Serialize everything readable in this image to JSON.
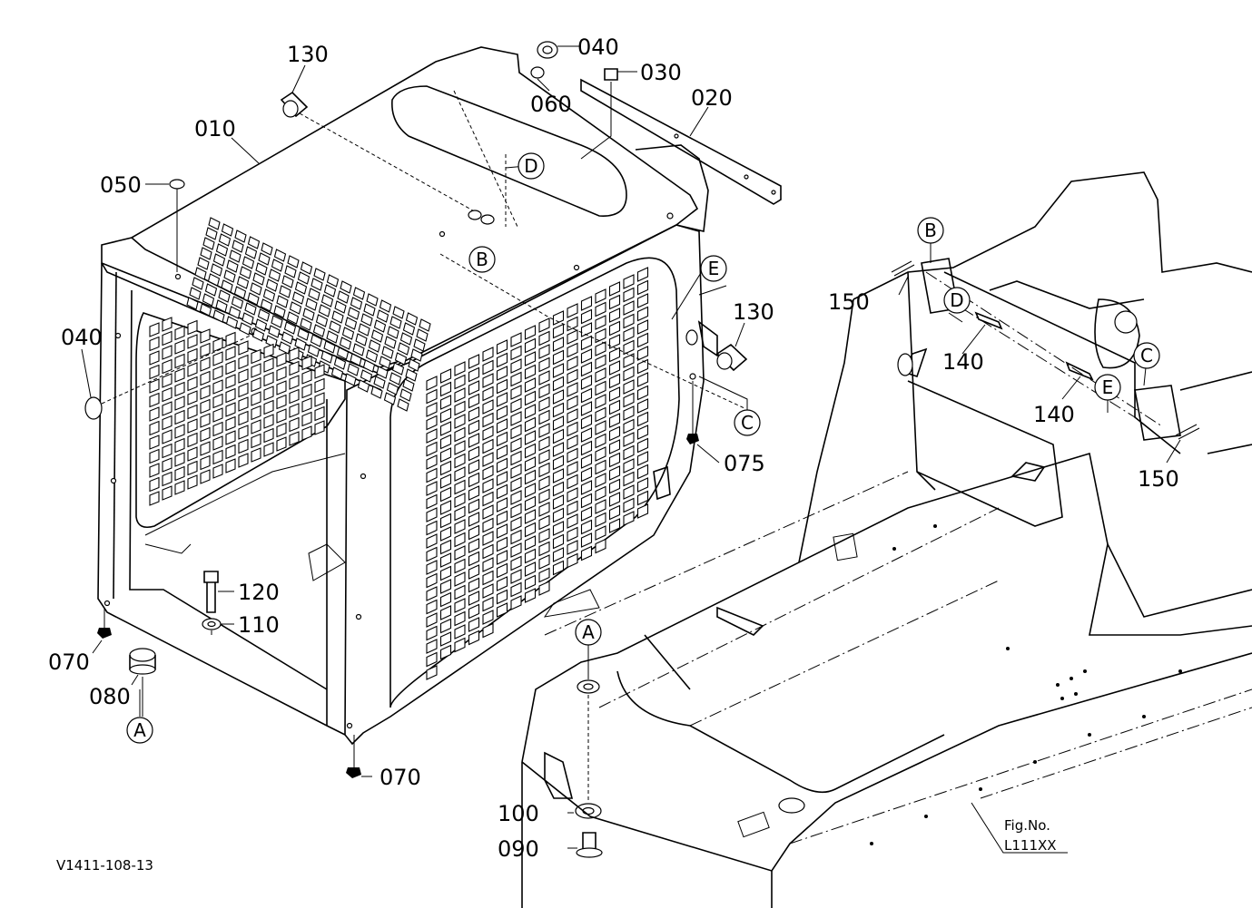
{
  "diagram": {
    "part_labels": {
      "p130_top": "130",
      "p040_top": "040",
      "p030": "030",
      "p060": "060",
      "p020": "020",
      "p010": "010",
      "p050": "050",
      "p040_left": "040",
      "p130_right": "130",
      "p150_top": "150",
      "p140_a": "140",
      "p140_b": "140",
      "p150_right": "150",
      "p075": "075",
      "p120": "120",
      "p110": "110",
      "p070_left": "070",
      "p080": "080",
      "p070_bottom": "070",
      "p100": "100",
      "p090": "090"
    },
    "ref_letters": {
      "d_top": "D",
      "b_top": "B",
      "e_right": "E",
      "c_right": "C",
      "a_left": "A",
      "a_frame": "A",
      "b_frame": "B",
      "d_frame": "D",
      "c_frame": "C",
      "e_frame": "E"
    },
    "fig_no_label": "Fig.No.",
    "fig_no_value": "L111XX",
    "drawing_id": "V1411-108-13"
  }
}
